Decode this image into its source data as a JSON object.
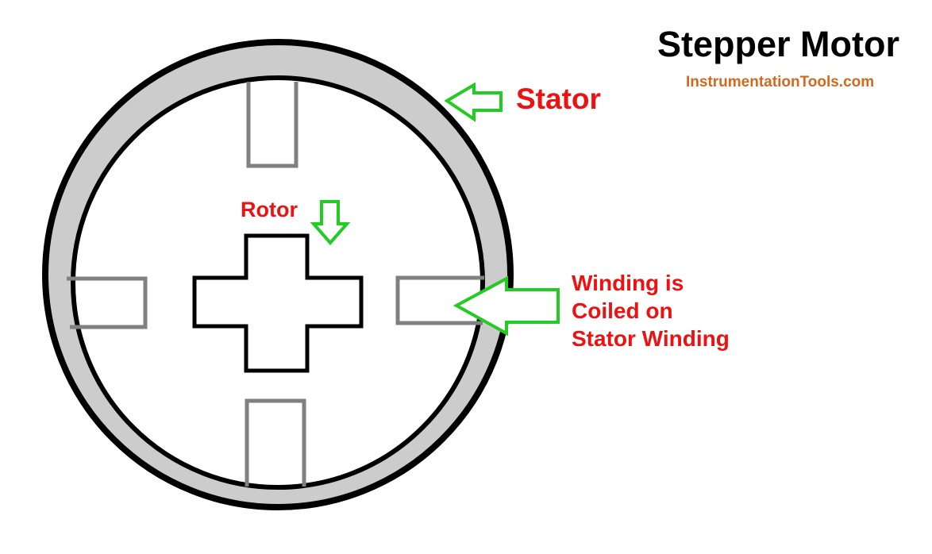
{
  "title": "Stepper Motor",
  "site": "InstrumentationTools.com",
  "labels": {
    "stator": "Stator",
    "rotor": "Rotor",
    "winding_lines": [
      "Winding is",
      "Coiled on",
      "Stator Winding"
    ]
  },
  "colors": {
    "stator_ring": "#cccccc",
    "outline": "#000000",
    "pole": "#808080",
    "arrow": "#22cc22",
    "label_text": "#ee1111",
    "site_text": "#d2691e"
  }
}
